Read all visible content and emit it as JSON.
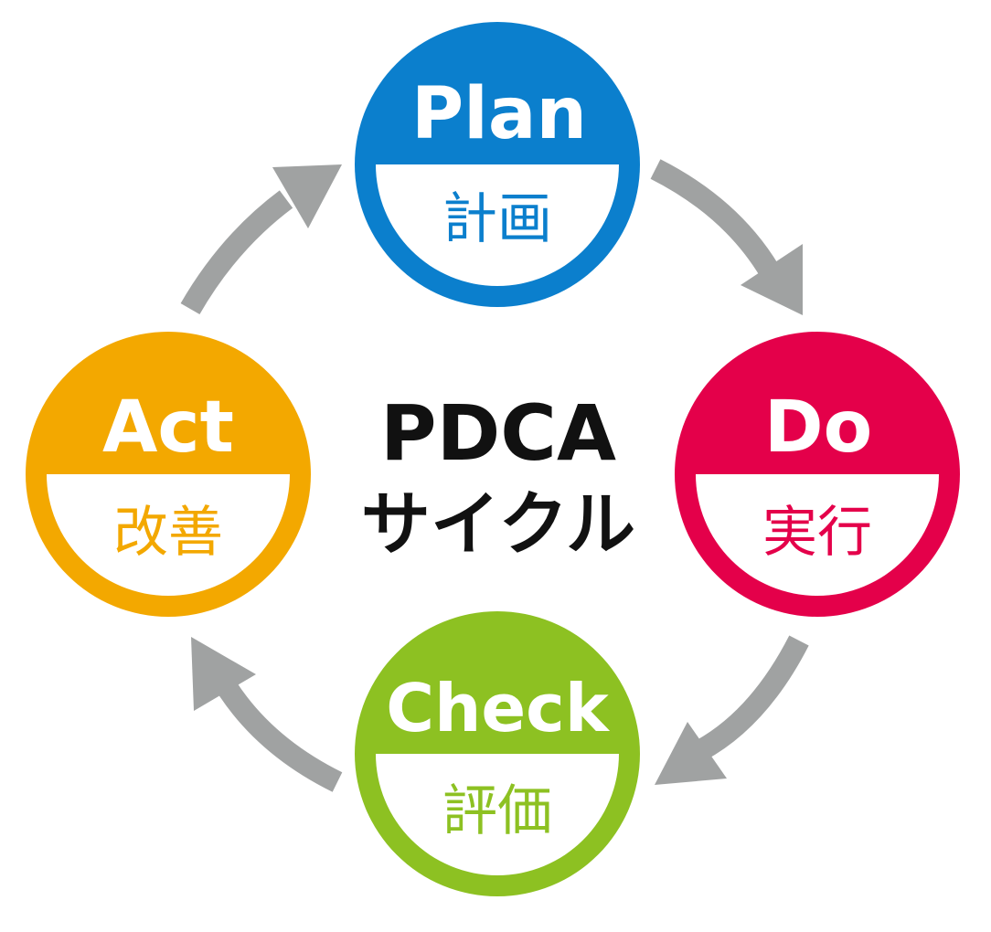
{
  "title_line1": "PDCA",
  "title_line2": "サイクル",
  "colors": {
    "arrow": "#a0a2a2",
    "plan": "#0b7fcd",
    "do": "#e4004a",
    "check": "#8dc122",
    "act": "#f3a800"
  },
  "stages": {
    "plan": {
      "en": "Plan",
      "ja": "計画"
    },
    "do": {
      "en": "Do",
      "ja": "実行"
    },
    "check": {
      "en": "Check",
      "ja": "評価"
    },
    "act": {
      "en": "Act",
      "ja": "改善"
    }
  }
}
